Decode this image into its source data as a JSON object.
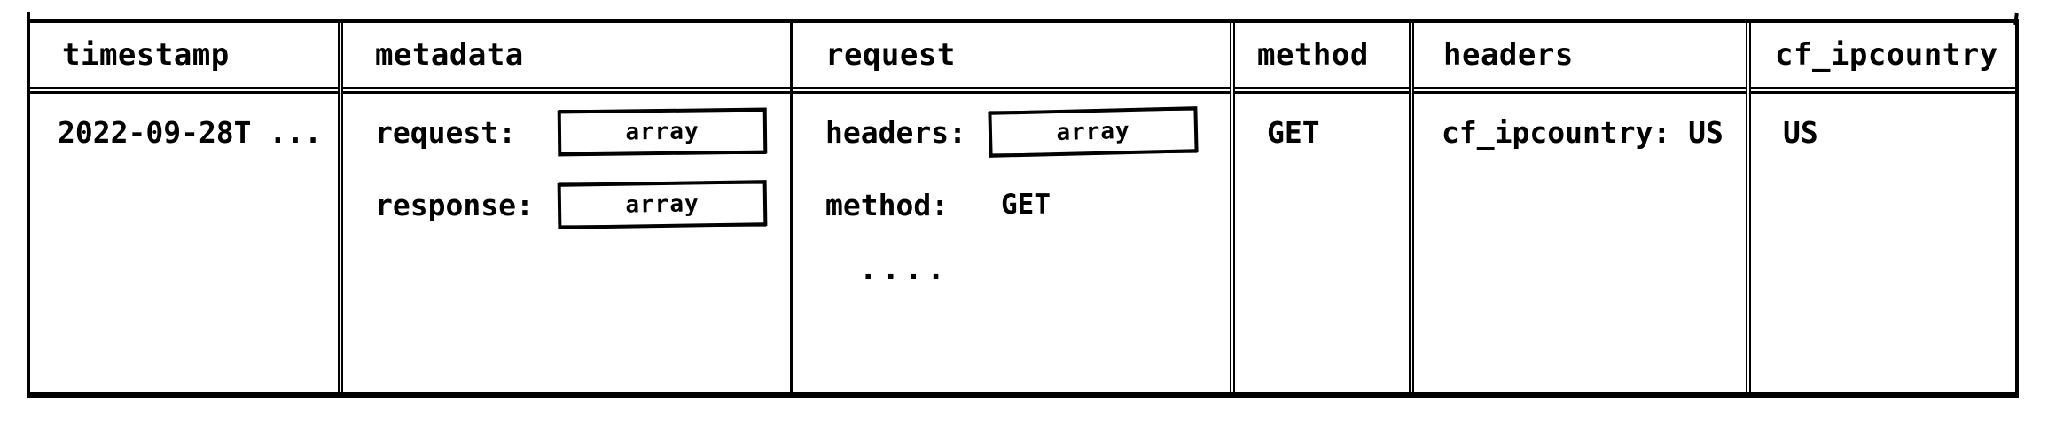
{
  "colors": {
    "ink": "#000000",
    "paper": "#ffffff"
  },
  "table": {
    "columns": [
      {
        "id": "timestamp",
        "label": "timestamp"
      },
      {
        "id": "metadata",
        "label": "metadata"
      },
      {
        "id": "request",
        "label": "request"
      },
      {
        "id": "method",
        "label": "method"
      },
      {
        "id": "headers",
        "label": "headers"
      },
      {
        "id": "cf_ipcountry",
        "label": "cf_ipcountry"
      }
    ],
    "row": {
      "timestamp": "2022-09-28T ...",
      "metadata": {
        "fields": [
          {
            "label": "request:",
            "value": "array",
            "kind": "array-chip"
          },
          {
            "label": "response:",
            "value": "array",
            "kind": "array-chip"
          }
        ]
      },
      "request": {
        "fields": [
          {
            "label": "headers:",
            "value": "array",
            "kind": "array-chip"
          },
          {
            "label": "method:",
            "value": "GET",
            "kind": "text"
          }
        ],
        "ellipsis": "...."
      },
      "method": "GET",
      "headers": "cf_ipcountry: US",
      "cf_ipcountry": "US"
    }
  }
}
